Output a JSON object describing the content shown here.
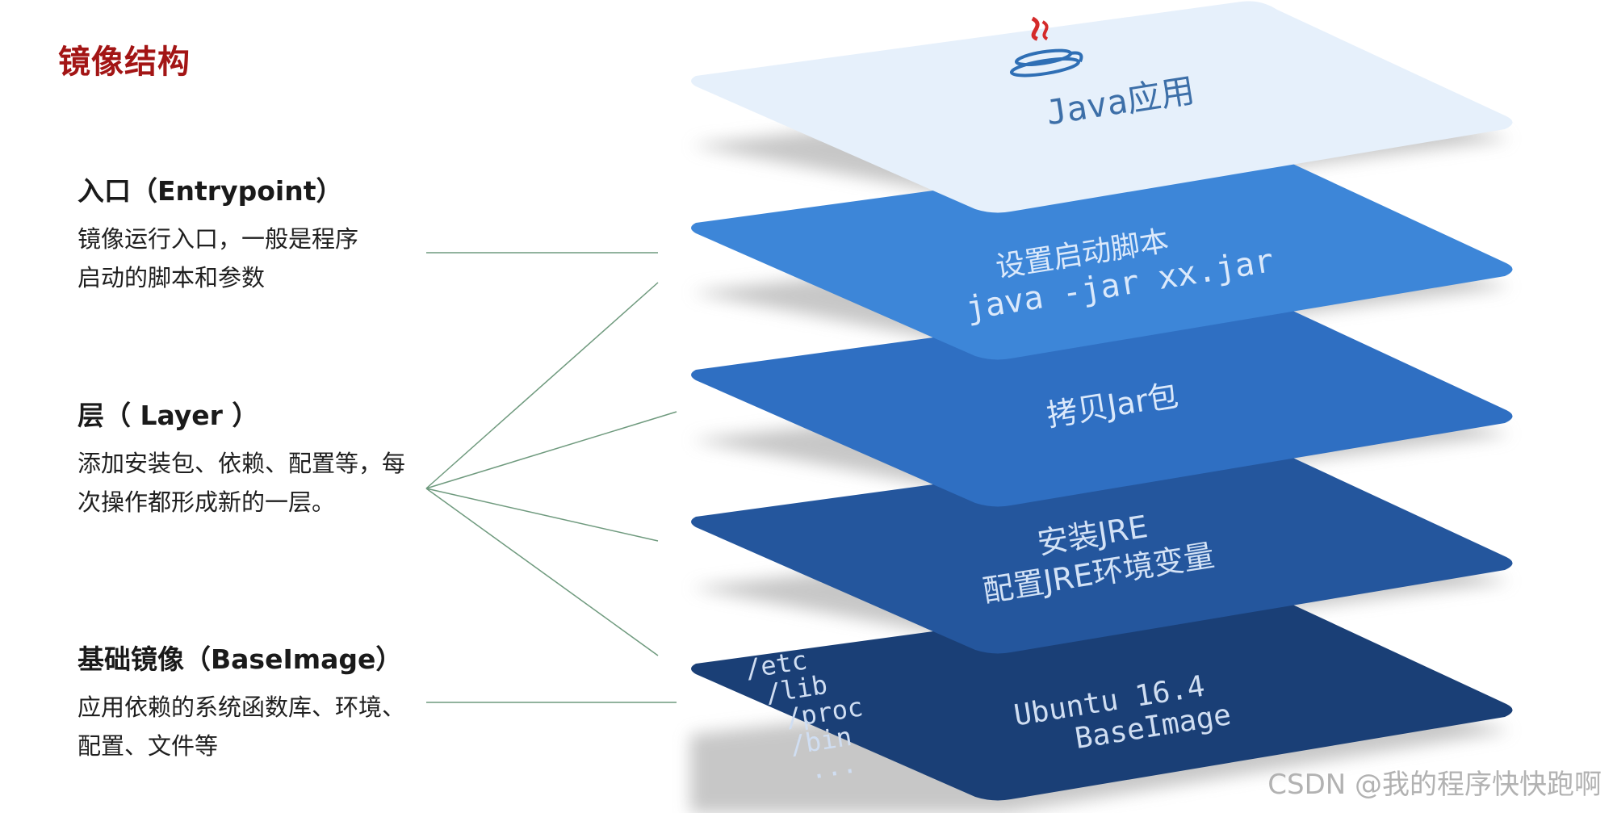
{
  "title": "镜像结构",
  "left": {
    "entrypoint": {
      "heading": "入口（Entrypoint）",
      "desc_line1": "镜像运行入口，一般是程序",
      "desc_line2": "启动的脚本和参数"
    },
    "layer": {
      "heading": "层（ Layer ）",
      "desc_line1": "添加安装包、依赖、配置等，每",
      "desc_line2": "次操作都形成新的一层。"
    },
    "baseimage": {
      "heading": "基础镜像（BaseImage）",
      "desc_line1": "应用依赖的系统函数库、环境、",
      "desc_line2": "配置、文件等"
    }
  },
  "stack": {
    "cards": [
      {
        "color": "#e6f0fb",
        "text_color": "#3d6fa8",
        "lines": [
          "Java应用"
        ],
        "icon": "java-cup-icon"
      },
      {
        "color": "#3d86d8",
        "text_color": "#dbe9fb",
        "lines": [
          "设置启动脚本",
          "java -jar xx.jar"
        ]
      },
      {
        "color": "#2f6fc2",
        "text_color": "#dbe9fb",
        "lines": [
          "拷贝Jar包"
        ]
      },
      {
        "color": "#24569d",
        "text_color": "#d3e2f6",
        "lines": [
          "安装JRE",
          "配置JRE环境变量"
        ]
      },
      {
        "color": "#1a3f76",
        "text_color": "#d0def2",
        "lines": [
          "/etc",
          "/lib",
          "/proc",
          "/bin",
          "...",
          "Ubuntu 16.4",
          "BaseImage"
        ]
      }
    ]
  },
  "watermark": "CSDN @我的程序快快跑啊"
}
